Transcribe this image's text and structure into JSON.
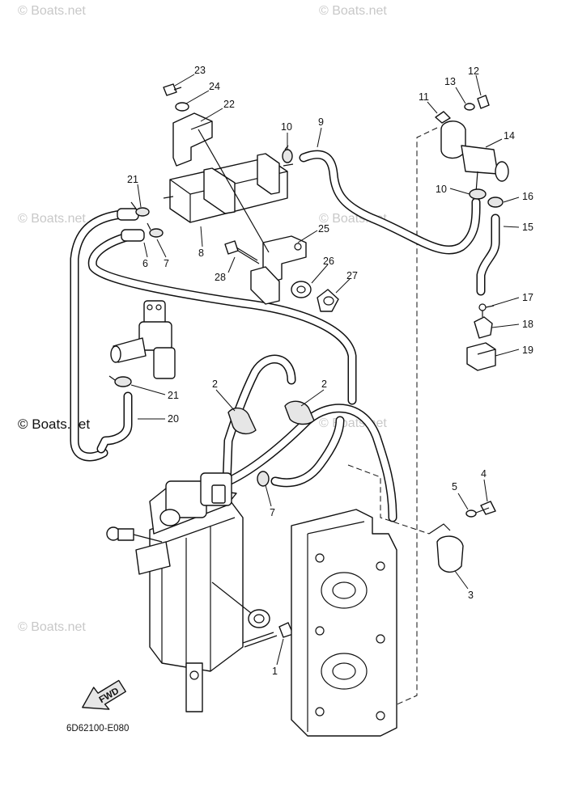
{
  "watermark": "© Boats.net",
  "diagram_code": "6D62100-E080",
  "fwd_label": "FWD",
  "callouts": {
    "c1": "1",
    "c2a": "2",
    "c2b": "2",
    "c3": "3",
    "c4": "4",
    "c5": "5",
    "c6": "6",
    "c7a": "7",
    "c7b": "7",
    "c8": "8",
    "c9": "9",
    "c10a": "10",
    "c10b": "10",
    "c11": "11",
    "c12": "12",
    "c13": "13",
    "c14": "14",
    "c15": "15",
    "c16": "16",
    "c17": "17",
    "c18": "18",
    "c19": "19",
    "c20": "20",
    "c21a": "21",
    "c21b": "21",
    "c22": "22",
    "c23": "23",
    "c24": "24",
    "c25": "25",
    "c26": "26",
    "c27": "27",
    "c28": "28"
  }
}
